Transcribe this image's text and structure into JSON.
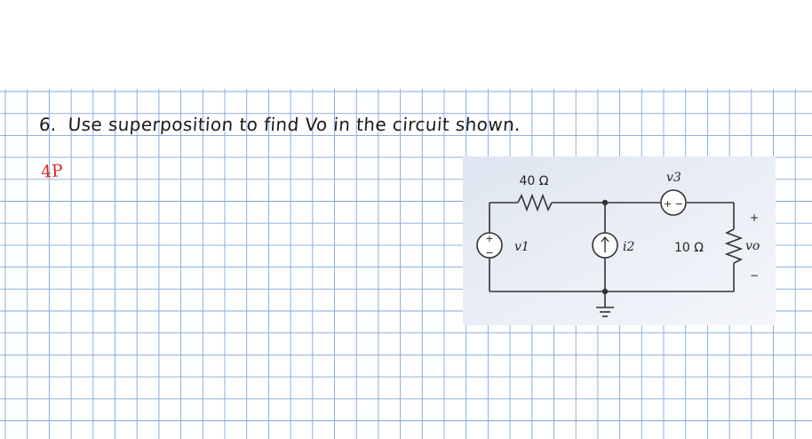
{
  "question": {
    "number": "6.",
    "text": "Use superposition to find Vo in the circuit shown."
  },
  "side_note": "4P",
  "circuit": {
    "resistor_top": "40 Ω",
    "dep_source_top": "v3",
    "dep_source_sign": "+ −",
    "source_left_label": "v1",
    "source_left_sign_plus": "+",
    "source_left_sign_minus": "−",
    "current_source_label": "i2",
    "resistor_right": "10 Ω",
    "output_label": "vo",
    "output_plus": "+",
    "output_minus": "−"
  },
  "colors": {
    "grid_line": "#7fa8d8",
    "ink": "#1a1a1a",
    "note_ink": "#d42a2a",
    "figure_bg": "#e9eef6"
  }
}
